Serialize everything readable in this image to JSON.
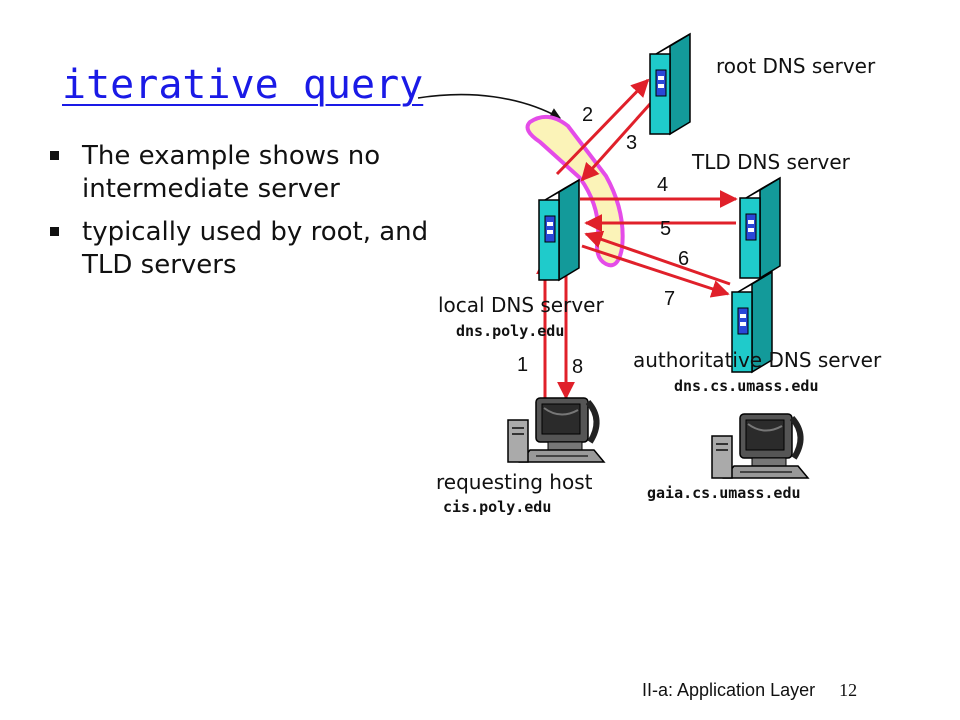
{
  "title": "iterative query",
  "bullets": [
    "The example shows no intermediate server",
    "typically used by root, and TLD servers"
  ],
  "servers": {
    "root": {
      "label": "root DNS server"
    },
    "tld": {
      "label": "TLD DNS server"
    },
    "local": {
      "label": "local DNS server",
      "hostname": "dns.poly.edu"
    },
    "authoritative": {
      "label": "authoritative DNS server",
      "hostname": "dns.cs.umass.edu"
    }
  },
  "hosts": {
    "requesting": {
      "label": "requesting host",
      "hostname": "cis.poly.edu"
    },
    "destination": {
      "hostname": "gaia.cs.umass.edu"
    }
  },
  "steps": [
    "1",
    "2",
    "3",
    "4",
    "5",
    "6",
    "7",
    "8"
  ],
  "colors": {
    "title": "#1a1ae6",
    "arrow": "#e0202a",
    "server_body": "#1fcbcb",
    "highlight_fill": "#fbf3b8",
    "highlight_stroke": "#e44ce8"
  },
  "footer": {
    "text": "II-a: Application Layer",
    "page": "12"
  }
}
